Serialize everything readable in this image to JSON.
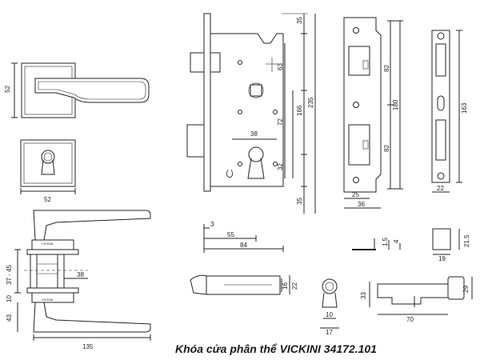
{
  "caption": "Khóa cửa phân thể VICKINI 34172.101",
  "brand_mark": "VICKINI",
  "dimensions": {
    "rose_height": "52",
    "escutcheon_width": "52",
    "handle_length": "135",
    "door_thickness": "37 - 45",
    "upper_offset": "38",
    "gap_10": "10",
    "lower_offset": "43",
    "lock_top": "35",
    "lock_63": "63",
    "lock_166": "166",
    "lock_72": "72",
    "lock_235": "235",
    "cyl_38": "38",
    "lock_32": "32",
    "lock_bottom_35": "35",
    "forend_3": "3",
    "backset_55": "55",
    "case_84": "84",
    "strike_82_top": "82",
    "strike_180": "180",
    "strike_82_bottom": "82",
    "strike_25": "25",
    "strike_36": "36",
    "box_163": "163",
    "box_22": "22",
    "plate_1_5": "1.5",
    "plate_4": "4",
    "bolt_21_5": "21.5",
    "bolt_19": "19",
    "latch_16": "16",
    "latch_22": "22",
    "key_10": "10",
    "key_17": "17",
    "cylinder_33": "33",
    "cylinder_29": "29",
    "cylinder_70": "70"
  }
}
